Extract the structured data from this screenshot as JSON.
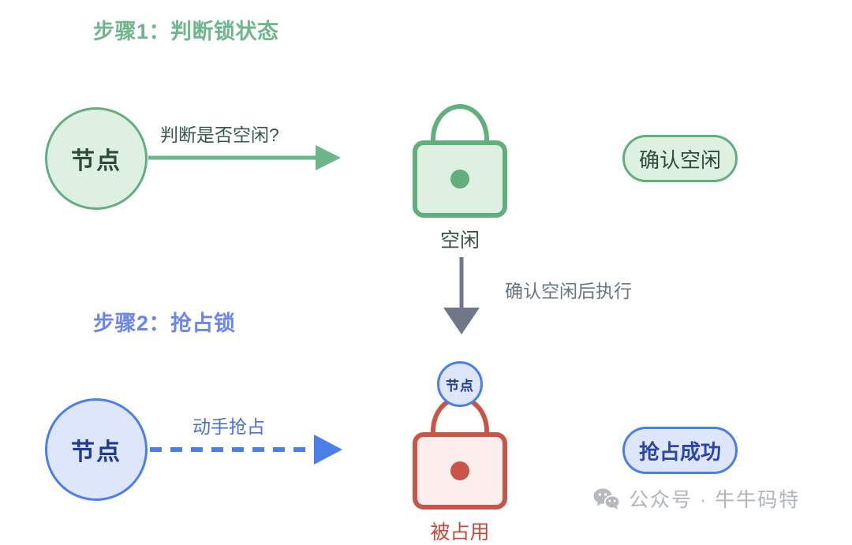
{
  "diagram": {
    "background_color": "#ffffff",
    "steps": [
      {
        "id": "step1",
        "title": "步骤1：判断锁状态",
        "color": "#6fb68d"
      },
      {
        "id": "step2",
        "title": "步骤2：抢占锁",
        "color": "#6b86e8"
      }
    ],
    "nodes": {
      "green_node_label": "节点",
      "blue_node_label": "节点",
      "badge_node_label": "节点"
    },
    "arrows": {
      "check_idle_label": "判断是否空闲?",
      "check_idle_style": "solid",
      "check_idle_color": "#6cb48a",
      "preempt_label": "动手抢占",
      "preempt_style": "dashed",
      "preempt_color": "#4a7ee8",
      "after_idle_label": "确认空闲后执行",
      "after_idle_style": "solid",
      "after_idle_color": "#6a7483"
    },
    "locks": {
      "idle": {
        "caption": "空闲",
        "state": "unlocked-idle",
        "border_color": "#62ae7d",
        "fill_color": "#ddf0e2",
        "icon": "lock-icon"
      },
      "held": {
        "caption": "被占用",
        "state": "locked-held",
        "border_color": "#c85548",
        "fill_color": "#fbeeec",
        "icon": "lock-icon"
      }
    },
    "results": [
      {
        "label": "确认空闲",
        "color": "#62ae7d"
      },
      {
        "label": "抢占成功",
        "color": "#4a7ee8"
      }
    ],
    "watermark": {
      "icon": "wechat-icon",
      "text": "公众号 · 牛牛码特",
      "color": "#b0b4bb"
    }
  }
}
